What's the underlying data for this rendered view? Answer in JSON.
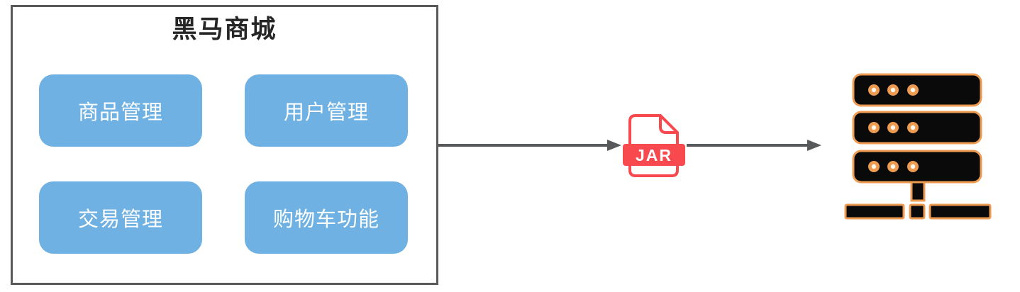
{
  "diagram": {
    "description": "heima-mall modules packaged as JAR deployed to server"
  },
  "mall_box": {
    "title": "黑马商城",
    "modules": [
      {
        "label": "商品管理"
      },
      {
        "label": "用户管理"
      },
      {
        "label": "交易管理"
      },
      {
        "label": "购物车功能"
      }
    ]
  },
  "jar": {
    "label": "JAR"
  },
  "arrows": [
    {
      "name": "mall-box-to-jar"
    },
    {
      "name": "jar-to-server"
    }
  ],
  "colors": {
    "module_blue": "#6EB1E2",
    "jar_red": "#F8494F",
    "server_orange": "#ED9B51",
    "arrow_gray": "#58595B",
    "box_border": "#595959",
    "title_color": "#262626"
  }
}
